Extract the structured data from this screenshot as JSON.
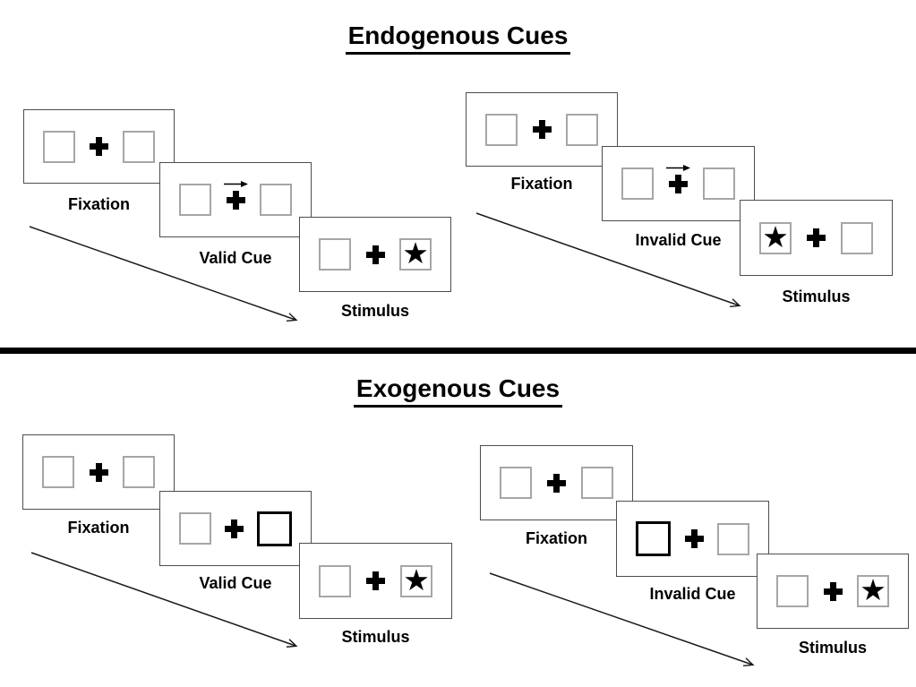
{
  "colors": {
    "background": "#ffffff",
    "panel_border": "#4d4d4d",
    "square_border": "#a6a6a6",
    "highlight_border": "#000000",
    "ink": "#000000"
  },
  "glyphs": {
    "star": "★"
  },
  "endogenous": {
    "title": "Endogenous Cues",
    "valid": {
      "fixation_label": "Fixation",
      "cue_label": "Valid Cue",
      "stimulus_label": "Stimulus",
      "cue_arrow_direction": "right",
      "stimulus_side": "right"
    },
    "invalid": {
      "fixation_label": "Fixation",
      "cue_label": "Invalid Cue",
      "stimulus_label": "Stimulus",
      "cue_arrow_direction": "right",
      "stimulus_side": "left"
    }
  },
  "exogenous": {
    "title": "Exogenous Cues",
    "valid": {
      "fixation_label": "Fixation",
      "cue_label": "Valid Cue",
      "stimulus_label": "Stimulus",
      "highlighted_box": "right",
      "stimulus_side": "right"
    },
    "invalid": {
      "fixation_label": "Fixation",
      "cue_label": "Invalid Cue",
      "stimulus_label": "Stimulus",
      "highlighted_box": "left",
      "stimulus_side": "right"
    }
  }
}
